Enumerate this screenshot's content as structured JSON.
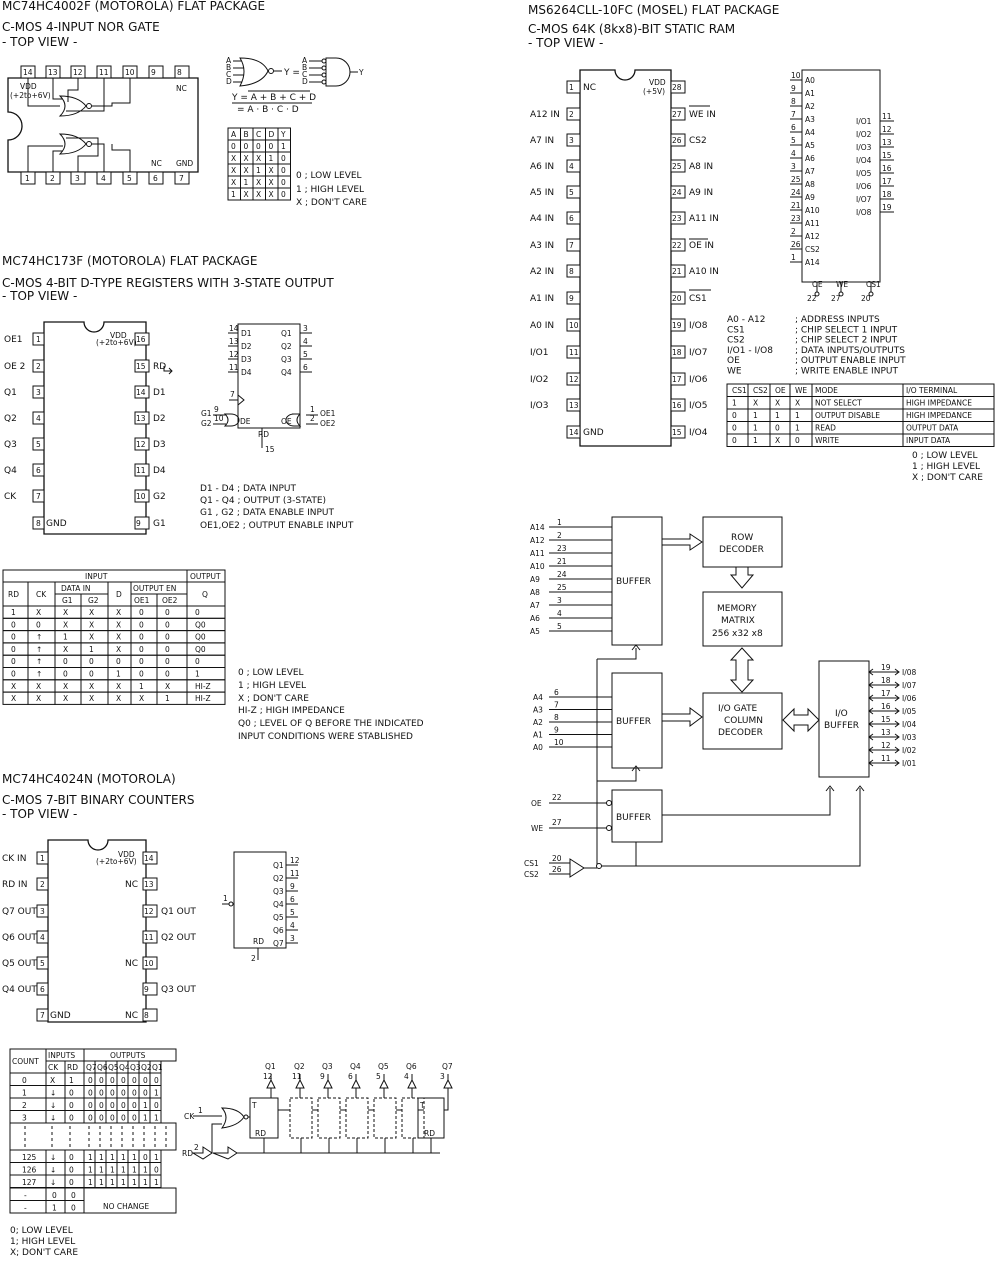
{
  "c4002": {
    "title": "MC74HC4002F (MOTOROLA) FLAT PACKAGE",
    "subtitle": "C-MOS 4-INPUT NOR GATE",
    "view": "- TOP VIEW -",
    "vdd": "VDD",
    "vdd_range": "(+2to+6V)",
    "nc": "NC",
    "gnd": "GND",
    "top_pins": [
      "14",
      "13",
      "12",
      "11",
      "10",
      "9",
      "8"
    ],
    "bot_pins": [
      "1",
      "2",
      "3",
      "4",
      "5",
      "6",
      "7"
    ],
    "eq_y": "Y =",
    "eq_line": "Y = A + B + C + D",
    "eq_line2": "= A · B · C · D",
    "inputs": [
      "A",
      "B",
      "C",
      "D"
    ],
    "out": "Y",
    "truth_headers": [
      "A",
      "B",
      "C",
      "D",
      "Y"
    ],
    "truth_rows": [
      [
        "0",
        "0",
        "0",
        "0",
        "1"
      ],
      [
        "X",
        "X",
        "X",
        "1",
        "0"
      ],
      [
        "X",
        "X",
        "1",
        "X",
        "0"
      ],
      [
        "X",
        "1",
        "X",
        "X",
        "0"
      ],
      [
        "1",
        "X",
        "X",
        "X",
        "0"
      ]
    ],
    "legend": [
      "0 ; LOW LEVEL",
      "1 ; HIGH LEVEL",
      "X ; DON'T CARE"
    ]
  },
  "c173": {
    "title": "MC74HC173F (MOTOROLA) FLAT PACKAGE",
    "subtitle": "C-MOS 4-BIT D-TYPE REGISTERS WITH 3-STATE OUTPUT",
    "view": "- TOP VIEW -",
    "left_labels": [
      "OE1",
      "OE 2",
      "Q1",
      "Q2",
      "Q3",
      "Q4",
      "CK",
      "GND"
    ],
    "left_pins": [
      "1",
      "2",
      "3",
      "4",
      "5",
      "6",
      "7",
      "8"
    ],
    "right_labels": [
      "VDD",
      "RD",
      "D1",
      "D2",
      "D3",
      "D4",
      "G2",
      "G1"
    ],
    "right_pins": [
      "16",
      "15",
      "14",
      "13",
      "12",
      "11",
      "10",
      "9"
    ],
    "vdd_range": "(+2to+6V)",
    "sym_inputs": [
      "D1",
      "D2",
      "D3",
      "D4"
    ],
    "sym_in_pins": [
      "14",
      "13",
      "12",
      "11"
    ],
    "sym_outputs": [
      "Q1",
      "Q2",
      "Q3",
      "Q4"
    ],
    "sym_out_pins": [
      "3",
      "4",
      "5",
      "6"
    ],
    "sym_de": "DE",
    "sym_oe": "OE",
    "sym_rd": "RD",
    "sym_g1": "G1",
    "sym_g2": "G2",
    "sym_oe1": "OE1",
    "sym_oe2": "OE2",
    "sym_ck_pin": "7",
    "sym_g_pins": [
      "9",
      "10"
    ],
    "sym_oe_pins": [
      "1",
      "2"
    ],
    "sym_rd_pin": "15",
    "pin_desc": [
      "D1 - D4  ; DATA INPUT",
      "Q1 - Q4  ; OUTPUT (3-STATE)",
      "G1 , G2  ; DATA ENABLE INPUT",
      "OE1,OE2 ; OUTPUT ENABLE INPUT"
    ],
    "table_group_headers": [
      "INPUT",
      "OUTPUT"
    ],
    "table_sub_headers": [
      "RD",
      "CK",
      "DATA IN",
      "D",
      "OUTPUT EN",
      "Q"
    ],
    "table_sub2": [
      "G1",
      "G2",
      "OE1",
      "OE2"
    ],
    "table_rows": [
      [
        "1",
        "X",
        "X",
        "X",
        "X",
        "0",
        "0",
        "0"
      ],
      [
        "0",
        "0",
        "X",
        "X",
        "X",
        "0",
        "0",
        "Q0"
      ],
      [
        "0",
        "↑",
        "1",
        "X",
        "X",
        "0",
        "0",
        "Q0"
      ],
      [
        "0",
        "↑",
        "X",
        "1",
        "X",
        "0",
        "0",
        "Q0"
      ],
      [
        "0",
        "↑",
        "0",
        "0",
        "0",
        "0",
        "0",
        "0"
      ],
      [
        "0",
        "↑",
        "0",
        "0",
        "1",
        "0",
        "0",
        "1"
      ],
      [
        "X",
        "X",
        "X",
        "X",
        "X",
        "1",
        "X",
        "HI-Z"
      ],
      [
        "X",
        "X",
        "X",
        "X",
        "X",
        "X",
        "1",
        "HI-Z"
      ]
    ],
    "legend": [
      "0      ;  LOW LEVEL",
      "1      ;  HIGH LEVEL",
      "X      ;  DON'T CARE",
      "HI-Z ;  HIGH IMPEDANCE",
      "Q0    ;  LEVEL OF Q BEFORE THE INDICATED",
      "           INPUT CONDITIONS WERE STABLISHED"
    ]
  },
  "c4024": {
    "title": "MC74HC4024N (MOTOROLA)",
    "subtitle": "C-MOS 7-BIT BINARY COUNTERS",
    "view": "- TOP VIEW -",
    "left_labels": [
      "CK IN",
      "RD IN",
      "Q7 OUT",
      "Q6 OUT",
      "Q5 OUT",
      "Q4 OUT",
      "GND"
    ],
    "left_pins": [
      "1",
      "2",
      "3",
      "4",
      "5",
      "6",
      "7"
    ],
    "right_labels": [
      "VDD",
      "NC",
      "Q1 OUT",
      "Q2 OUT",
      "NC",
      "Q3 OUT",
      "NC"
    ],
    "right_pins": [
      "14",
      "13",
      "12",
      "11",
      "10",
      "9",
      "8"
    ],
    "vdd_range": "(+2to+6V)",
    "sym_outs": [
      "Q1",
      "Q2",
      "Q3",
      "Q4",
      "Q5",
      "Q6",
      "Q7"
    ],
    "sym_out_pins": [
      "12",
      "11",
      "9",
      "6",
      "5",
      "4",
      "3"
    ],
    "sym_rd": "RD",
    "sym_ck_pin": "1",
    "sym_rd_pin": "2",
    "table_headers": [
      "COUNT",
      "INPUTS",
      "OUTPUTS"
    ],
    "table_sub": [
      "CK",
      "RD",
      "Q7",
      "Q6",
      "Q5",
      "Q4",
      "Q3",
      "Q2",
      "Q1"
    ],
    "table_rows": [
      [
        "0",
        "X",
        "1",
        "0",
        "0",
        "0",
        "0",
        "0",
        "0",
        "0"
      ],
      [
        "1",
        "↓",
        "0",
        "0",
        "0",
        "0",
        "0",
        "0",
        "0",
        "1"
      ],
      [
        "2",
        "↓",
        "0",
        "0",
        "0",
        "0",
        "0",
        "0",
        "1",
        "0"
      ],
      [
        "3",
        "↓",
        "0",
        "0",
        "0",
        "0",
        "0",
        "0",
        "1",
        "1"
      ],
      [
        "125",
        "↓",
        "0",
        "1",
        "1",
        "1",
        "1",
        "1",
        "0",
        "1"
      ],
      [
        "126",
        "↓",
        "0",
        "1",
        "1",
        "1",
        "1",
        "1",
        "1",
        "0"
      ],
      [
        "127",
        "↓",
        "0",
        "1",
        "1",
        "1",
        "1",
        "1",
        "1",
        "1"
      ]
    ],
    "nochange_rows": [
      [
        "-",
        "0",
        "0"
      ],
      [
        "-",
        "1",
        "0"
      ]
    ],
    "no_change": "NO CHANGE",
    "legend": [
      "0; LOW LEVEL",
      "1; HIGH LEVEL",
      "X; DON'T CARE"
    ],
    "chain_ck": "CK",
    "chain_rd": "RD",
    "chain_q_labels": [
      "Q1",
      "Q2",
      "Q3",
      "Q4",
      "Q5",
      "Q6",
      "Q7"
    ],
    "chain_q_pins": [
      "12",
      "11",
      "9",
      "6",
      "5",
      "4",
      "3"
    ]
  },
  "ram": {
    "title": "MS6264CLL-10FC (MOSEL) FLAT PACKAGE",
    "subtitle": "C-MOS 64K (8kx8)-BIT STATIC RAM",
    "view": "- TOP VIEW -",
    "left_labels": [
      "NC",
      "A12 IN",
      "A7 IN",
      "A6 IN",
      "A5 IN",
      "A4 IN",
      "A3 IN",
      "A2 IN",
      "A1 IN",
      "A0 IN",
      "I/O1",
      "I/O2",
      "I/O3",
      "GND"
    ],
    "left_pins": [
      "1",
      "2",
      "3",
      "4",
      "5",
      "6",
      "7",
      "8",
      "9",
      "10",
      "11",
      "12",
      "13",
      "14"
    ],
    "right_labels": [
      "VDD",
      "WE IN",
      "CS2",
      "A8 IN",
      "A9 IN",
      "A11 IN",
      "OE IN",
      "A10 IN",
      "CS1",
      "I/O8",
      "I/O7",
      "I/O6",
      "I/O5",
      "I/O4"
    ],
    "right_pins": [
      "28",
      "27",
      "26",
      "25",
      "24",
      "23",
      "22",
      "21",
      "20",
      "19",
      "18",
      "17",
      "16",
      "15"
    ],
    "vdd_v": "(+5V)",
    "sym_addr": [
      "A0",
      "A1",
      "A2",
      "A3",
      "A4",
      "A5",
      "A6",
      "A7",
      "A8",
      "A9",
      "A10",
      "A11",
      "A12",
      "CS2",
      "A14"
    ],
    "sym_addr_pins": [
      "10",
      "9",
      "8",
      "7",
      "6",
      "5",
      "4",
      "3",
      "25",
      "24",
      "21",
      "23",
      "2",
      "26",
      "1"
    ],
    "sym_io": [
      "I/O1",
      "I/O2",
      "I/O3",
      "I/O4",
      "I/O5",
      "I/O6",
      "I/O7",
      "I/O8"
    ],
    "sym_io_pins": [
      "11",
      "12",
      "13",
      "15",
      "16",
      "17",
      "18",
      "19"
    ],
    "sym_bottom": [
      "OE",
      "WE",
      "CS1"
    ],
    "sym_bottom_pins": [
      "22",
      "27",
      "20"
    ],
    "pin_desc": [
      [
        "A0 - A12",
        "; ADDRESS INPUTS"
      ],
      [
        "CS1",
        "; CHIP SELECT 1 INPUT"
      ],
      [
        "CS2",
        "; CHIP SELECT 2 INPUT"
      ],
      [
        "I/O1 - I/O8",
        "; DATA INPUTS/OUTPUTS"
      ],
      [
        "OE",
        "; OUTPUT ENABLE INPUT"
      ],
      [
        "WE",
        "; WRITE ENABLE INPUT"
      ]
    ],
    "mode_headers": [
      "CS1",
      "CS2",
      "OE",
      "WE",
      "MODE",
      "I/O TERMINAL"
    ],
    "mode_rows": [
      [
        "1",
        "X",
        "X",
        "X",
        "NOT SELECT",
        "HIGH IMPEDANCE"
      ],
      [
        "0",
        "1",
        "1",
        "1",
        "OUTPUT DISABLE",
        "HIGH IMPEDANCE"
      ],
      [
        "0",
        "1",
        "0",
        "1",
        "READ",
        "OUTPUT DATA"
      ],
      [
        "0",
        "1",
        "X",
        "0",
        "WRITE",
        "INPUT DATA"
      ]
    ],
    "legend": [
      "0 ; LOW LEVEL",
      "1 ; HIGH LEVEL",
      "X ; DON'T CARE"
    ]
  },
  "block": {
    "buffer": "BUFFER",
    "row_decoder": [
      "ROW",
      "DECODER"
    ],
    "memory": [
      "MEMORY",
      "MATRIX",
      "256 x32 x8"
    ],
    "io_gate": [
      "I/O GATE",
      "COLUMN",
      "DECODER"
    ],
    "io_buffer": [
      "I/O",
      "BUFFER"
    ],
    "in1": [
      "A14",
      "A12",
      "A11",
      "A10",
      "A9",
      "A8",
      "A7",
      "A6",
      "A5"
    ],
    "in1_pins": [
      "1",
      "2",
      "23",
      "21",
      "24",
      "25",
      "3",
      "4",
      "5"
    ],
    "in2": [
      "A4",
      "A3",
      "A2",
      "A1",
      "A0"
    ],
    "in2_pins": [
      "6",
      "7",
      "8",
      "9",
      "10"
    ],
    "ctrl": [
      "OE",
      "WE"
    ],
    "ctrl_pins": [
      "22",
      "27"
    ],
    "cs": [
      "CS1",
      "CS2"
    ],
    "cs_pins": [
      "20",
      "26"
    ],
    "io_out": [
      "I/08",
      "I/07",
      "I/06",
      "I/05",
      "I/04",
      "I/03",
      "I/02",
      "I/01"
    ],
    "io_pins": [
      "19",
      "18",
      "17",
      "16",
      "15",
      "13",
      "12",
      "11"
    ]
  }
}
